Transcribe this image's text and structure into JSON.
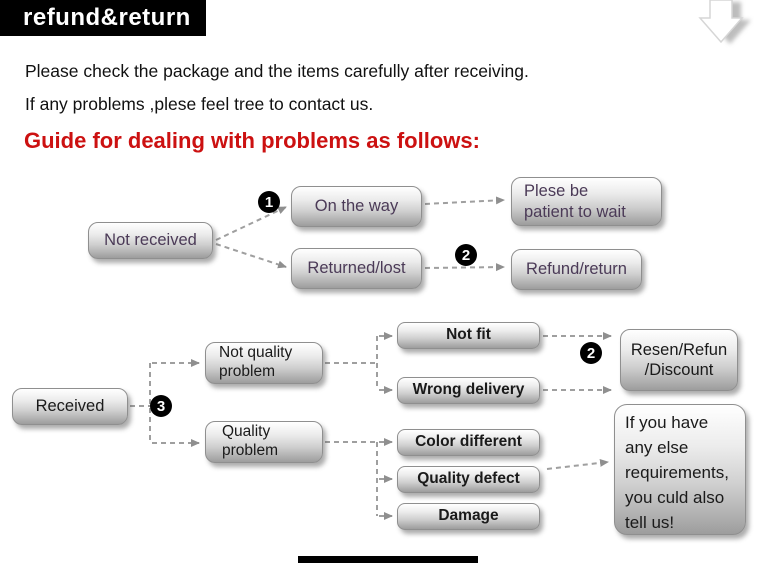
{
  "banner": {
    "title": "refund&return"
  },
  "intro": {
    "line1": "Please check the package and the items carefully after receiving.",
    "line2": "If any problems ,plese feel tree to contact us."
  },
  "heading": "Guide for dealing with problems as follows:",
  "flow1": {
    "not_received": "Not received",
    "badge1": "1",
    "on_the_way": "On the way",
    "patient_wait": "Plese be\npatient to wait",
    "returned_lost": "Returned/lost",
    "badge2": "2",
    "refund_return": "Refund/return"
  },
  "flow2": {
    "received": "Received",
    "badge3": "3",
    "not_quality_problem": "Not quality\nproblem",
    "quality_problem": "Quality\nproblem",
    "not_fit": "Not fit",
    "wrong_delivery": "Wrong delivery",
    "badge2": "2",
    "resen_refund_discount": "Resen/Refun\n/Discount",
    "color_different": "Color different",
    "quality_defect": "Quality defect",
    "damage": "Damage",
    "note": "If you have\nany else\nrequirements,\nyou culd also\ntell us!"
  },
  "colors": {
    "banner_bg": "#000000",
    "accent_red": "#cc1111",
    "node_text_purple": "#4b3a57"
  }
}
